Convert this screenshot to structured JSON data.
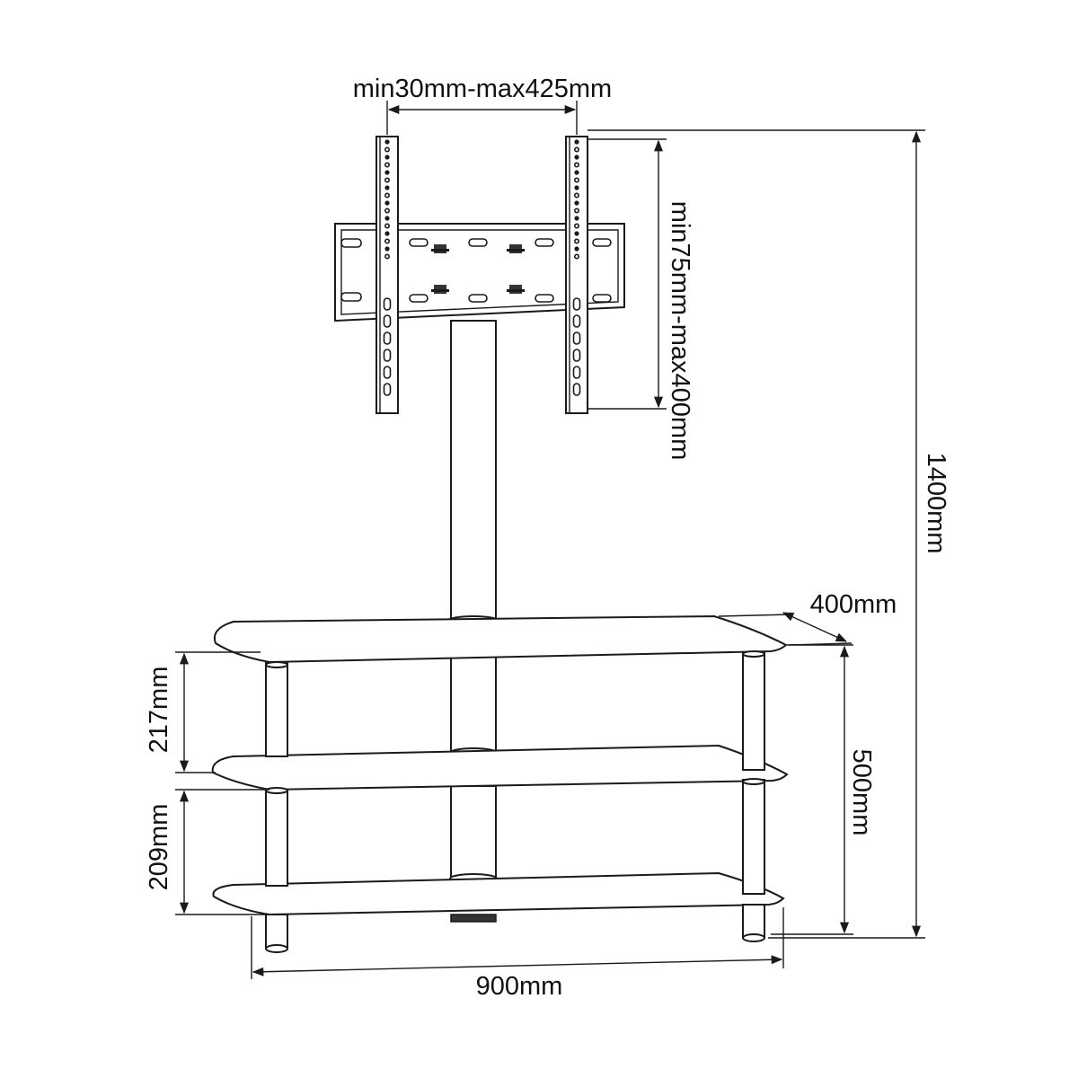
{
  "dimensions": {
    "bracket_width": "min30mm-max425mm",
    "bracket_height": "min75mm-max400mm",
    "total_height": "1400mm",
    "depth": "400mm",
    "shelf_height": "500mm",
    "upper_gap": "217mm",
    "lower_gap": "209mm",
    "width": "900mm"
  },
  "colors": {
    "line": "#1a1a1a",
    "background": "#ffffff"
  }
}
